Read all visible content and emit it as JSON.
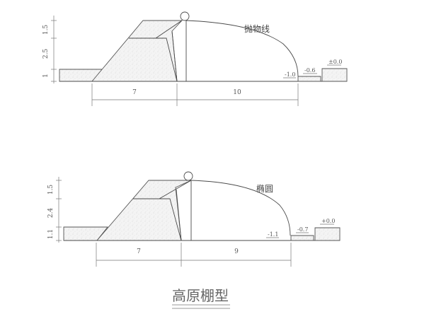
{
  "title": "高原棚型",
  "diagrams": [
    {
      "name": "parabola-section",
      "curve_label": "抛物线",
      "vertical_dims": [
        "1.5",
        "2.5",
        "1"
      ],
      "horizontal_dims": [
        "7",
        "10"
      ],
      "levels": [
        "-1.0",
        "-0.6",
        "±0.0"
      ]
    },
    {
      "name": "ellipse-section",
      "curve_label": "椭圆",
      "vertical_dims": [
        "1.5",
        "2.4",
        "1.1"
      ],
      "horizontal_dims": [
        "7",
        "9"
      ],
      "levels": [
        "-1.1",
        "-0.7",
        "+0.0"
      ]
    }
  ],
  "colors": {
    "line": "#4a4a4a",
    "soil_fill": "#f2f2f2",
    "background": "#ffffff"
  }
}
